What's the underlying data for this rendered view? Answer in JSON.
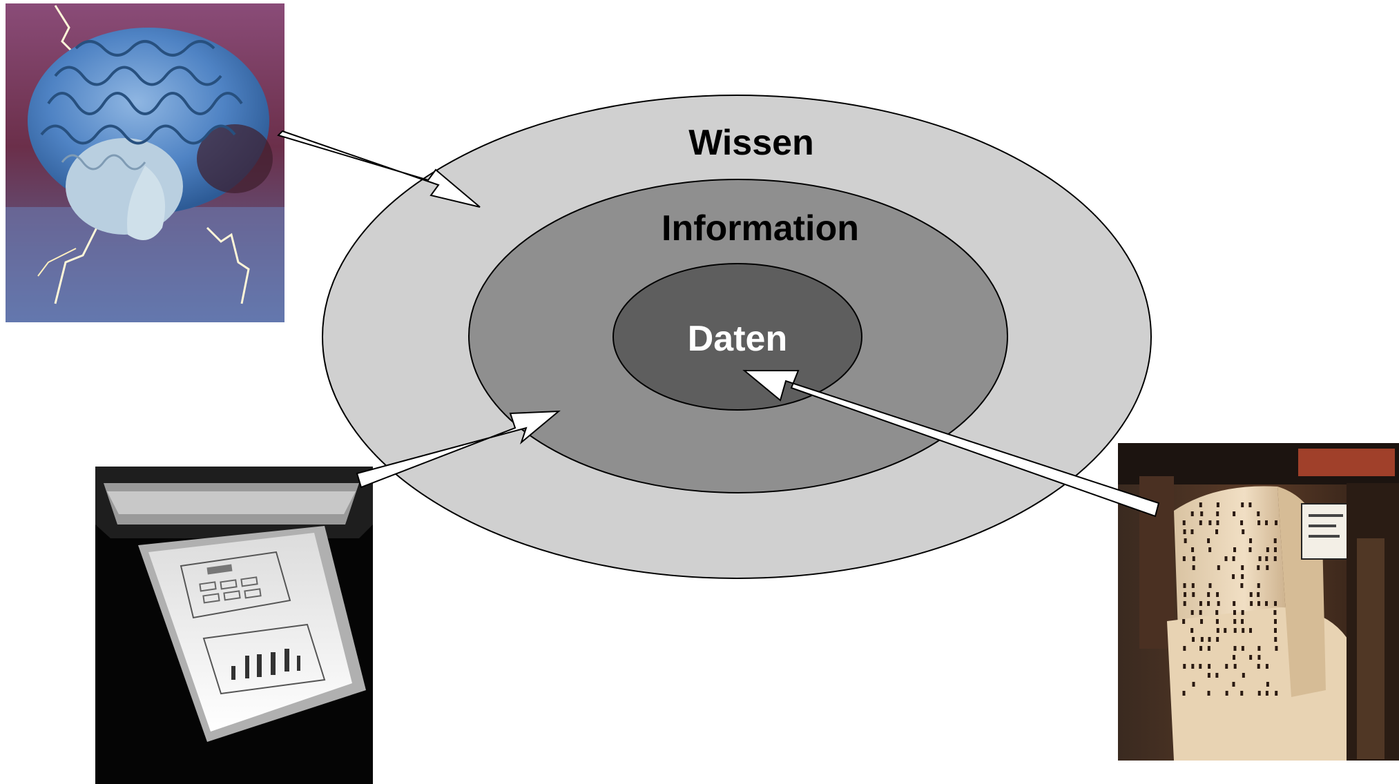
{
  "diagram": {
    "rings": {
      "outer": {
        "label": "Wissen",
        "fill": "#d0d0d0",
        "text_color": "#000000"
      },
      "middle": {
        "label": "Information",
        "fill": "#8f8f8f",
        "text_color": "#000000"
      },
      "inner": {
        "label": "Daten",
        "fill": "#5e5e5e",
        "text_color": "#ffffff"
      }
    },
    "images": {
      "brain": {
        "icon": "brain-lightning-photo"
      },
      "printout": {
        "icon": "printed-report-tray-photo"
      },
      "punched_tape": {
        "icon": "punched-paper-tape-photo"
      }
    },
    "arrows": {
      "from_brain": {
        "target": "Wissen"
      },
      "from_printout": {
        "target": "Information"
      },
      "from_tape": {
        "target": "Daten"
      }
    },
    "stroke_color": "#000000",
    "arrow_fill": "#ffffff"
  }
}
